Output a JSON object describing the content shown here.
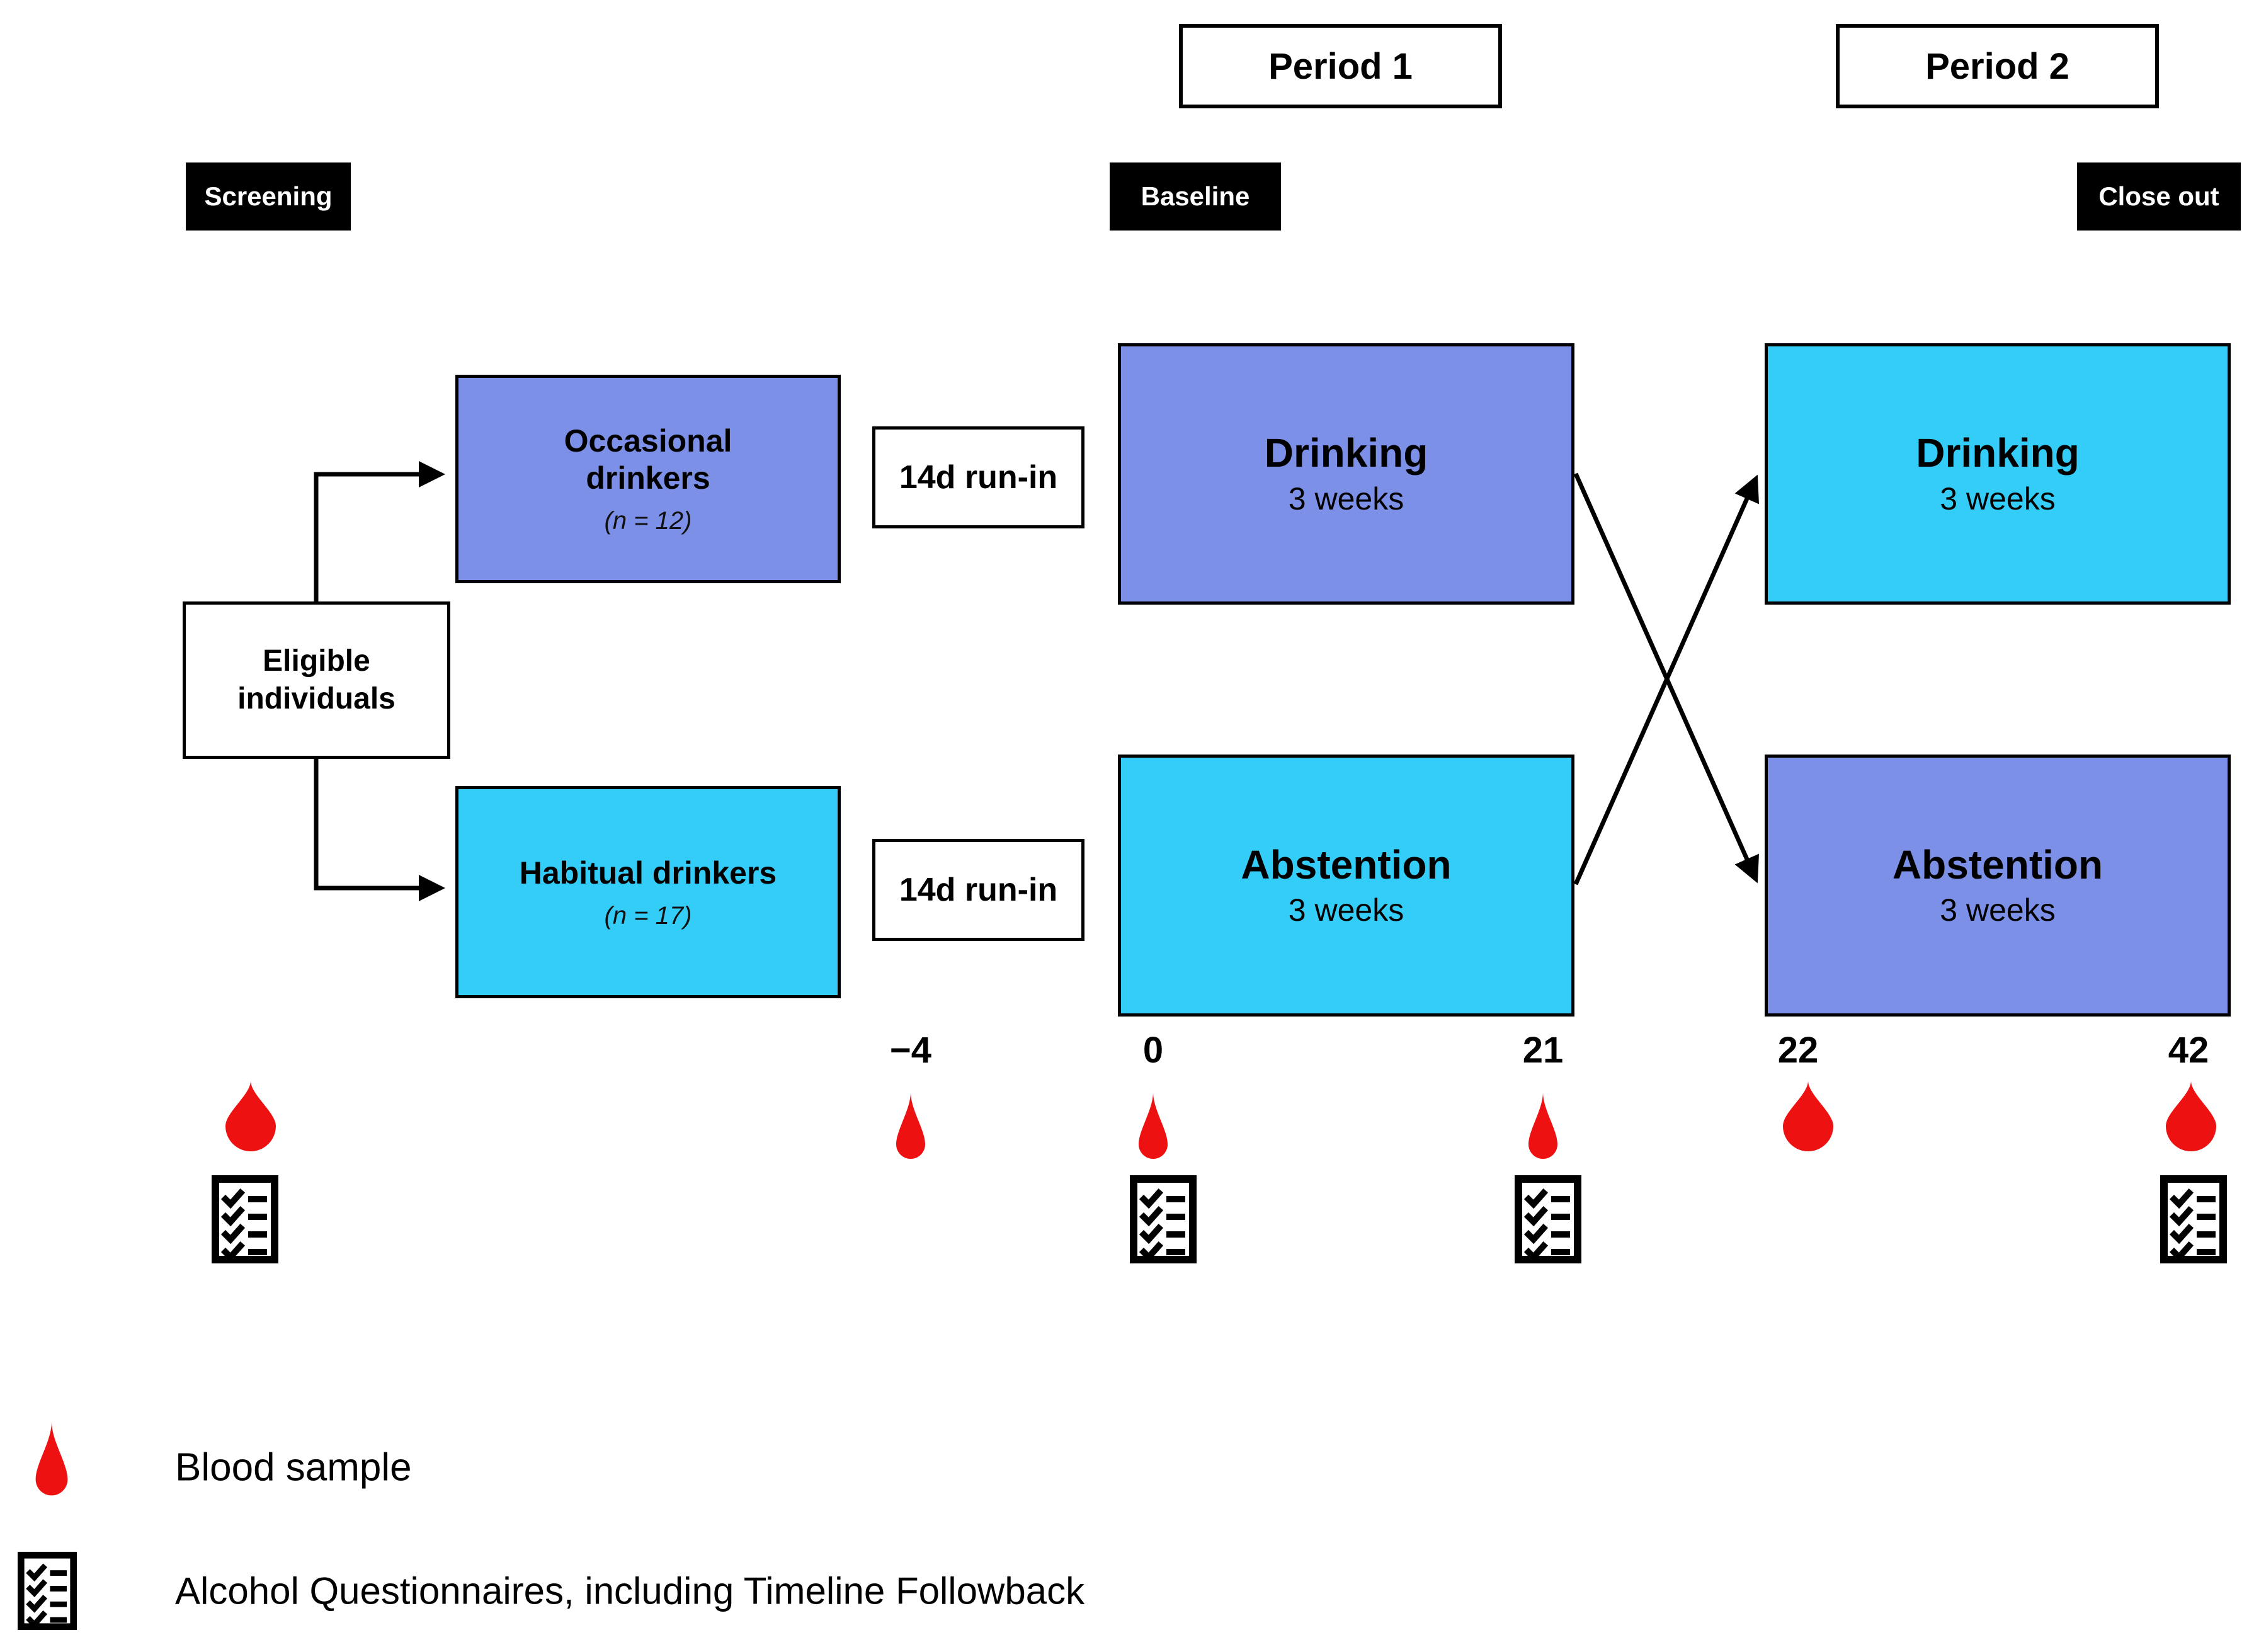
{
  "periods": [
    {
      "label": "Period 1"
    },
    {
      "label": "Period 2"
    }
  ],
  "tags": {
    "screening": "Screening",
    "baseline": "Baseline",
    "closeout": "Close out"
  },
  "eligible": {
    "line1": "Eligible",
    "line2": "individuals"
  },
  "groups": {
    "occasional": {
      "line1": "Occasional",
      "line2": "drinkers",
      "n": "(n = 12)"
    },
    "habitual": {
      "line1": "Habitual drinkers",
      "n": "(n = 17)"
    }
  },
  "runin": {
    "top": "14d run-in",
    "bottom": "14d run-in"
  },
  "interventions": {
    "p1_top": {
      "title": "Drinking",
      "sub": "3 weeks"
    },
    "p1_bottom": {
      "title": "Abstention",
      "sub": "3 weeks"
    },
    "p2_top": {
      "title": "Drinking",
      "sub": "3 weeks"
    },
    "p2_bottom": {
      "title": "Abstention",
      "sub": "3 weeks"
    }
  },
  "timeline": {
    "ticks": [
      "−4",
      "0",
      "21",
      "22",
      "42"
    ]
  },
  "legend": [
    {
      "icon": "blood-drop-icon",
      "label": "Blood sample"
    },
    {
      "icon": "checklist-icon",
      "label": "Alcohol Questionnaires, including Timeline Followback"
    }
  ],
  "colors": {
    "periwinkle": "#7d90e8",
    "cyan": "#33cdf8",
    "blood_red": "#ee1111",
    "tag_bg": "#000000"
  }
}
